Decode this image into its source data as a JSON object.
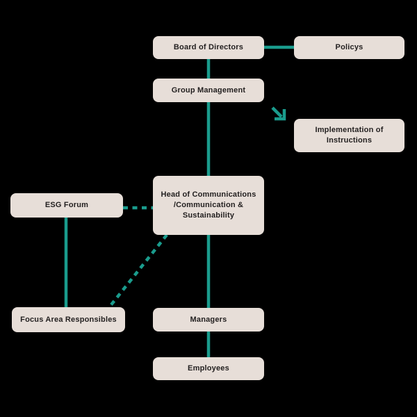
{
  "diagram": {
    "title": "Governance / communications organisation chart",
    "colors": {
      "background": "#000000",
      "box": "#e7ded8",
      "text": "#221f1f",
      "line": "#1a9c8d"
    },
    "nodes": {
      "board": {
        "label": "Board of Directors"
      },
      "policys": {
        "label": "Policys"
      },
      "group": {
        "label": "Group Management"
      },
      "implementation": {
        "label": "Implementation of\nInstructions"
      },
      "head": {
        "label": "Head of Communications\n/Communication &\nSustainability"
      },
      "esg": {
        "label": "ESG Forum"
      },
      "focus": {
        "label": "Focus Area Responsibles"
      },
      "managers": {
        "label": "Managers"
      },
      "employees": {
        "label": "Employees"
      }
    },
    "edges": [
      {
        "from": "board",
        "to": "policys",
        "style": "solid"
      },
      {
        "from": "board",
        "to": "group",
        "style": "solid"
      },
      {
        "from": "group",
        "to": "head",
        "style": "solid"
      },
      {
        "from": "group",
        "to": "implementation",
        "style": "arrow"
      },
      {
        "from": "esg",
        "to": "head",
        "style": "dashed"
      },
      {
        "from": "esg",
        "to": "focus",
        "style": "solid"
      },
      {
        "from": "head",
        "to": "focus",
        "style": "dashed"
      },
      {
        "from": "head",
        "to": "managers",
        "style": "solid"
      },
      {
        "from": "managers",
        "to": "employees",
        "style": "solid"
      }
    ]
  }
}
